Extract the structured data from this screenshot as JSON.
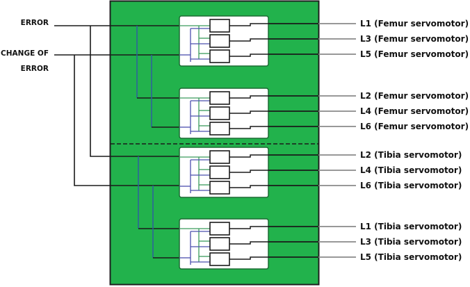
{
  "title": "Fuzzy controller to servomotor wiring diagram",
  "colors": {
    "panel": "#22b24c",
    "panel_border": "#1f1f1f",
    "module_bg": "#ffffff",
    "wire_black": "#1a1a1a",
    "wire_blue": "#2e5f9e",
    "wire_green": "#3a9a5c",
    "wire_purple": "#4b4fae",
    "output_gray": "#8a8a8a"
  },
  "inputs": [
    {
      "id": "error",
      "label_lines": [
        "ERROR"
      ]
    },
    {
      "id": "change_of_error",
      "label_lines": [
        "CHANGE OF",
        "ERROR"
      ]
    }
  ],
  "modules": [
    {
      "group": "Femur",
      "outputs": [
        "L1 (Femur servomotor)",
        "L3 (Femur servomotor)",
        "L5 (Femur servomotor)"
      ]
    },
    {
      "group": "Femur",
      "outputs": [
        "L2 (Femur servomotor)",
        "L4 (Femur servomotor)",
        "L6 (Femur servomotor)"
      ]
    },
    {
      "group": "Tibia",
      "outputs": [
        "L2 (Tibia servomotor)",
        "L4 (Tibia servomotor)",
        "L6 (Tibia servomotor)"
      ]
    },
    {
      "group": "Tibia",
      "outputs": [
        "L1 (Tibia servomotor)",
        "L3 (Tibia servomotor)",
        "L5 (Tibia servomotor)"
      ]
    }
  ],
  "divider": {
    "style": "dashed",
    "between": "Femur and Tibia groups"
  }
}
